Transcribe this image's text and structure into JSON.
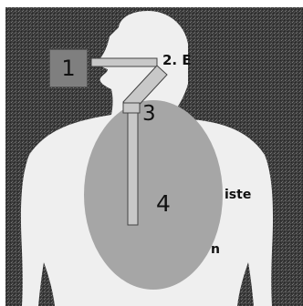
{
  "diagram": {
    "labels": {
      "one": "1",
      "two": "2. E",
      "three": "3",
      "four": "4",
      "fragment_right": "iste",
      "fragment_bottom": "n"
    },
    "colors": {
      "background_texture": "#3a3a3a",
      "body_fill": "#efefef",
      "organ_fill": "#a6a6a6",
      "tube_fill": "#c8c8c8",
      "label_box_fill": "#7f7f7f"
    }
  }
}
